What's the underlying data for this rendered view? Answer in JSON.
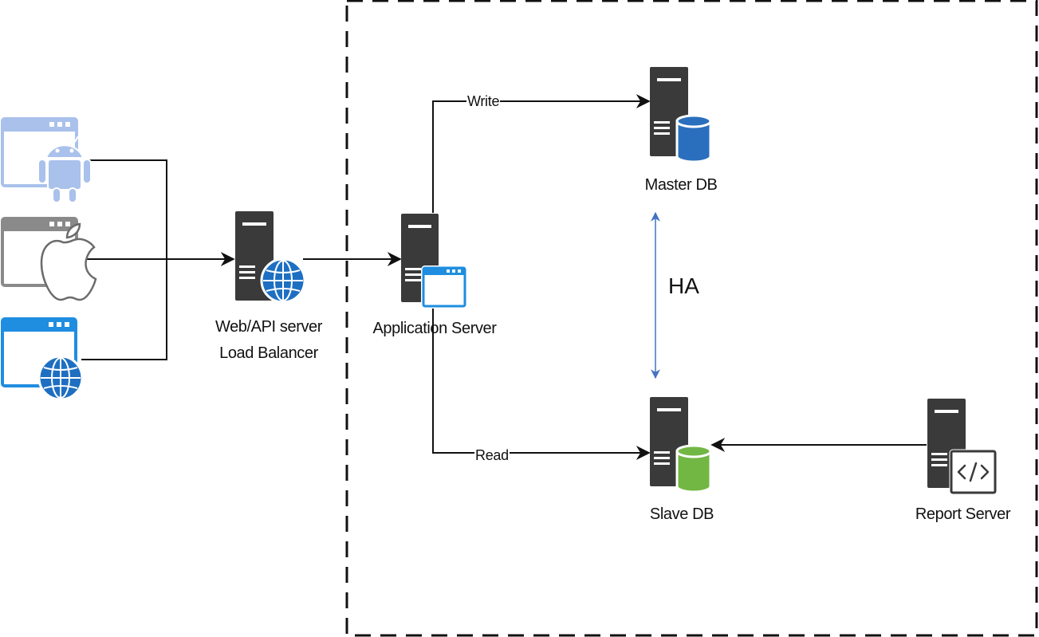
{
  "nodes": {
    "android_client": {
      "label": ""
    },
    "ios_client": {
      "label": ""
    },
    "web_client": {
      "label": ""
    },
    "load_balancer": {
      "label_line1": "Web/API server",
      "label_line2": "Load Balancer"
    },
    "app_server": {
      "label": "Application Server"
    },
    "master_db": {
      "label": "Master DB"
    },
    "slave_db": {
      "label": "Slave DB"
    },
    "report_server": {
      "label": "Report Server"
    }
  },
  "edges": {
    "write": {
      "label": "Write"
    },
    "read": {
      "label": "Read"
    },
    "ha": {
      "label": "HA"
    }
  },
  "icons": {
    "server": "server-tower-icon",
    "android": "android-icon",
    "apple": "apple-icon",
    "globe": "globe-icon",
    "database": "database-icon",
    "code": "code-icon",
    "window": "browser-window-icon"
  },
  "colors": {
    "server_body": "#3a3a3a",
    "master_db": "#2a6fbd",
    "slave_db": "#72b743",
    "android_window": "#a9c1eb",
    "ios_window": "#8a8a8a",
    "web_window": "#1f8ee0",
    "globe": "#1e6fc2",
    "ha_arrow": "#4472c4",
    "connector": "#111111"
  }
}
